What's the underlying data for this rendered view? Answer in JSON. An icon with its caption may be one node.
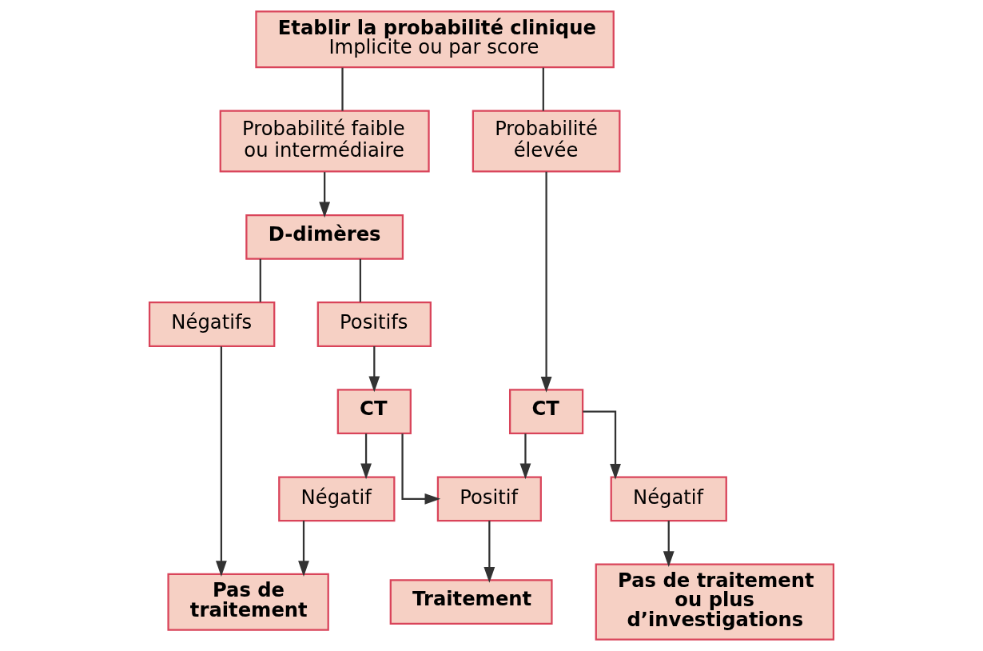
{
  "diagram": {
    "nodes": [
      {
        "text": [
          "Etablir la probabilité clinique",
          "Implicite ou par score"
        ]
      },
      {
        "text": [
          "Probabilité faible ou intermédiaire"
        ]
      },
      {
        "text": [
          "Probabilité élevée"
        ]
      },
      {
        "text": [
          "D-dimères"
        ]
      },
      {
        "text": [
          "Négatifs"
        ]
      },
      {
        "text": [
          "Positifs"
        ]
      },
      {
        "text": [
          "CT"
        ]
      },
      {
        "text": [
          "CT"
        ]
      },
      {
        "text": [
          "Négatif"
        ]
      },
      {
        "text": [
          "Positif"
        ]
      },
      {
        "text": [
          "Négatif"
        ]
      },
      {
        "text": [
          "Pas de traitement"
        ]
      },
      {
        "text": [
          "Traitement"
        ]
      },
      {
        "text": [
          "Pas de traitement ou plus d’investigations"
        ]
      }
    ],
    "edges": [
      {
        "from": 0,
        "to": 1,
        "arrow": "none"
      },
      {
        "from": 0,
        "to": 2,
        "arrow": "none"
      },
      {
        "from": 1,
        "to": 3,
        "arrow": "to"
      },
      {
        "from": 3,
        "to": 4,
        "arrow": "none"
      },
      {
        "from": 3,
        "to": 5,
        "arrow": "none"
      },
      {
        "from": 4,
        "to": 11,
        "arrow": "to"
      },
      {
        "from": 5,
        "to": 6,
        "arrow": "to"
      },
      {
        "from": 2,
        "to": 7,
        "arrow": "to"
      },
      {
        "from": 6,
        "to": 8,
        "arrow": "to"
      },
      {
        "from": 6,
        "to": 9,
        "arrow": "to"
      },
      {
        "from": 7,
        "to": 9,
        "arrow": "to"
      },
      {
        "from": 7,
        "to": 10,
        "arrow": "to"
      },
      {
        "from": 8,
        "to": 11,
        "arrow": "to"
      },
      {
        "from": 9,
        "to": 12,
        "arrow": "to"
      },
      {
        "from": 10,
        "to": 13,
        "arrow": "to"
      }
    ]
  }
}
